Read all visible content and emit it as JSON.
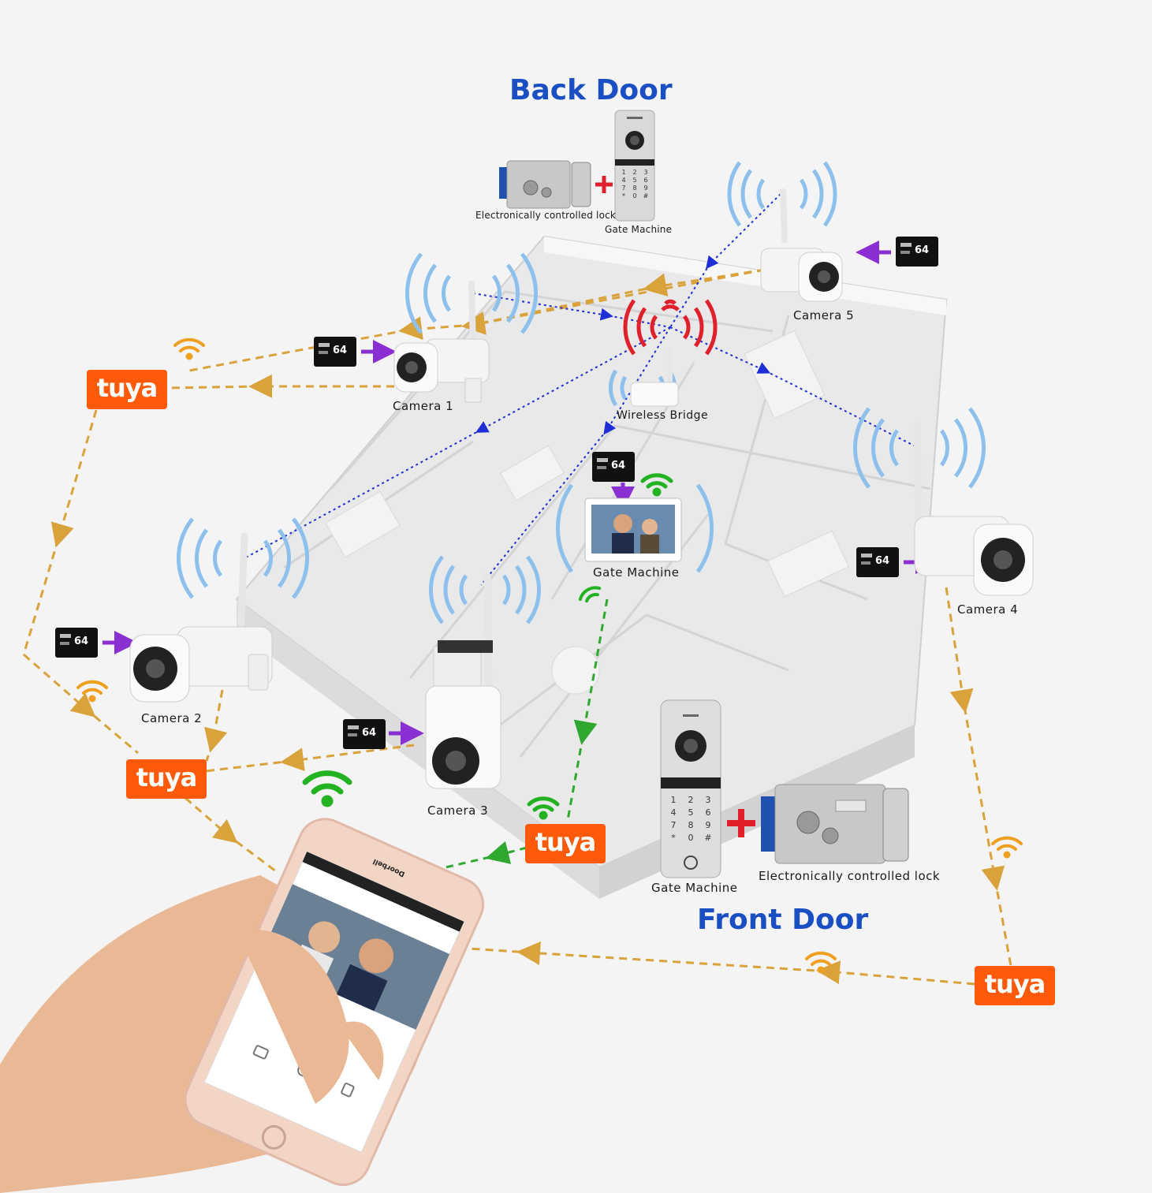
{
  "titles": {
    "back_door": "Back Door",
    "front_door": "Front Door"
  },
  "labels": {
    "camera1": "Camera  1",
    "camera2": "Camera  2",
    "camera3": "Camera  3",
    "camera4": "Camera  4",
    "camera5": "Camera  5",
    "wireless_bridge": "Wireless Bridge",
    "gate_machine_center": "Gate Machine",
    "gate_machine_back": "Gate Machine",
    "gate_machine_front": "Gate Machine",
    "lock_back": "Electronically controlled lock",
    "lock_front": "Electronically controlled lock"
  },
  "badges": {
    "tuya": "tuya",
    "sd_card": "64"
  },
  "keypad": [
    "1",
    "2",
    "3",
    "4",
    "5",
    "6",
    "7",
    "8",
    "9",
    "*",
    "0",
    "#"
  ],
  "phone_app": {
    "title": "Doorbell"
  },
  "colors": {
    "title_blue": "#1a4fc4",
    "tuya_orange": "#ff5a0a",
    "wifi_dash": "#d9a23a",
    "bridge_dash": "#1f2fd6",
    "green_dash": "#2fa82f",
    "purple_arrow": "#8a2fd1",
    "signal_red": "#e0202a",
    "signal_blue": "#7fb4e8"
  }
}
